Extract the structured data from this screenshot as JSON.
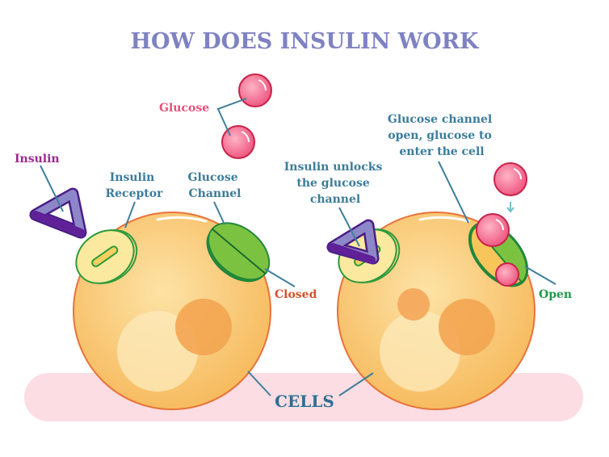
{
  "title": "HOW DOES INSULIN WORK",
  "labels": {
    "glucose": "Glucose",
    "insulin": "Insulin",
    "insulin_receptor": [
      "Insulin",
      "Receptor"
    ],
    "glucose_channel": [
      "Glucose",
      "Channel"
    ],
    "closed": "Closed",
    "insulin_unlocks": [
      "Insulin unlocks",
      "the glucose",
      "channel"
    ],
    "channel_open": [
      "Glucose channel",
      "open, glucose to",
      "enter the cell"
    ],
    "open": "Open",
    "cells": "CELLS"
  },
  "colors": {
    "title": "#7f82c2",
    "label": "#3b7c9c",
    "glucose": "#e8507a",
    "insulin": "#9b2a8f",
    "closed": "#d9502a",
    "open": "#1f9a4a",
    "cell": "#f9c46b",
    "band": "#fbdde3"
  }
}
